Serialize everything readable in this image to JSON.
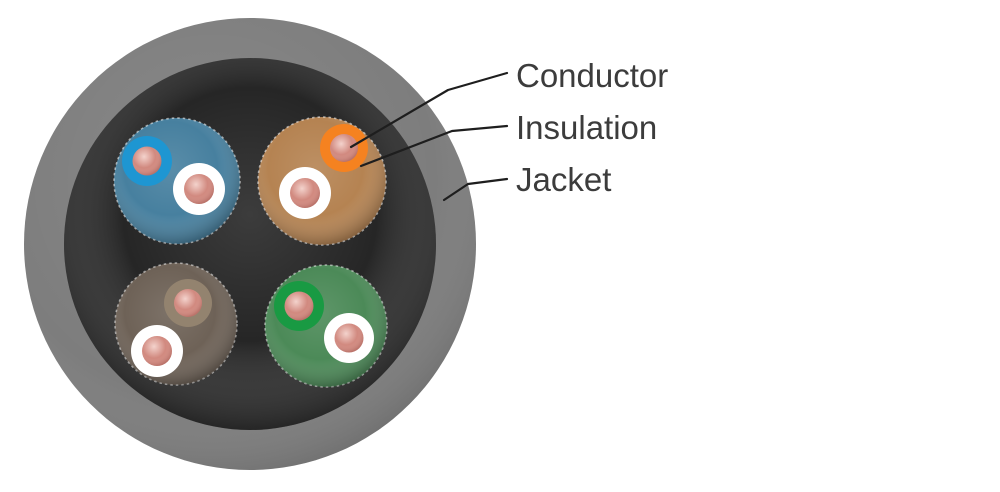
{
  "diagram": {
    "type": "cable-cross-section",
    "labels": {
      "conductor": "Conductor",
      "insulation": "Insulation",
      "jacket": "Jacket"
    }
  },
  "colors": {
    "background": "#ffffff",
    "jacket": "#7d7d7d",
    "core": "#262626",
    "pair_blue_fill": "#47809f",
    "pair_orange_fill": "#b58352",
    "pair_brown_fill": "#6e6257",
    "pair_green_fill": "#4c8a58",
    "insulation_blue": "#1e96d2",
    "insulation_orange": "#f58220",
    "insulation_brown": "#93836f",
    "insulation_green": "#199a43",
    "insulation_white": "#ffffff",
    "conductor_copper": "#d1897f",
    "label_text": "#3c3c3c",
    "leader_line": "#1e1e1e"
  }
}
